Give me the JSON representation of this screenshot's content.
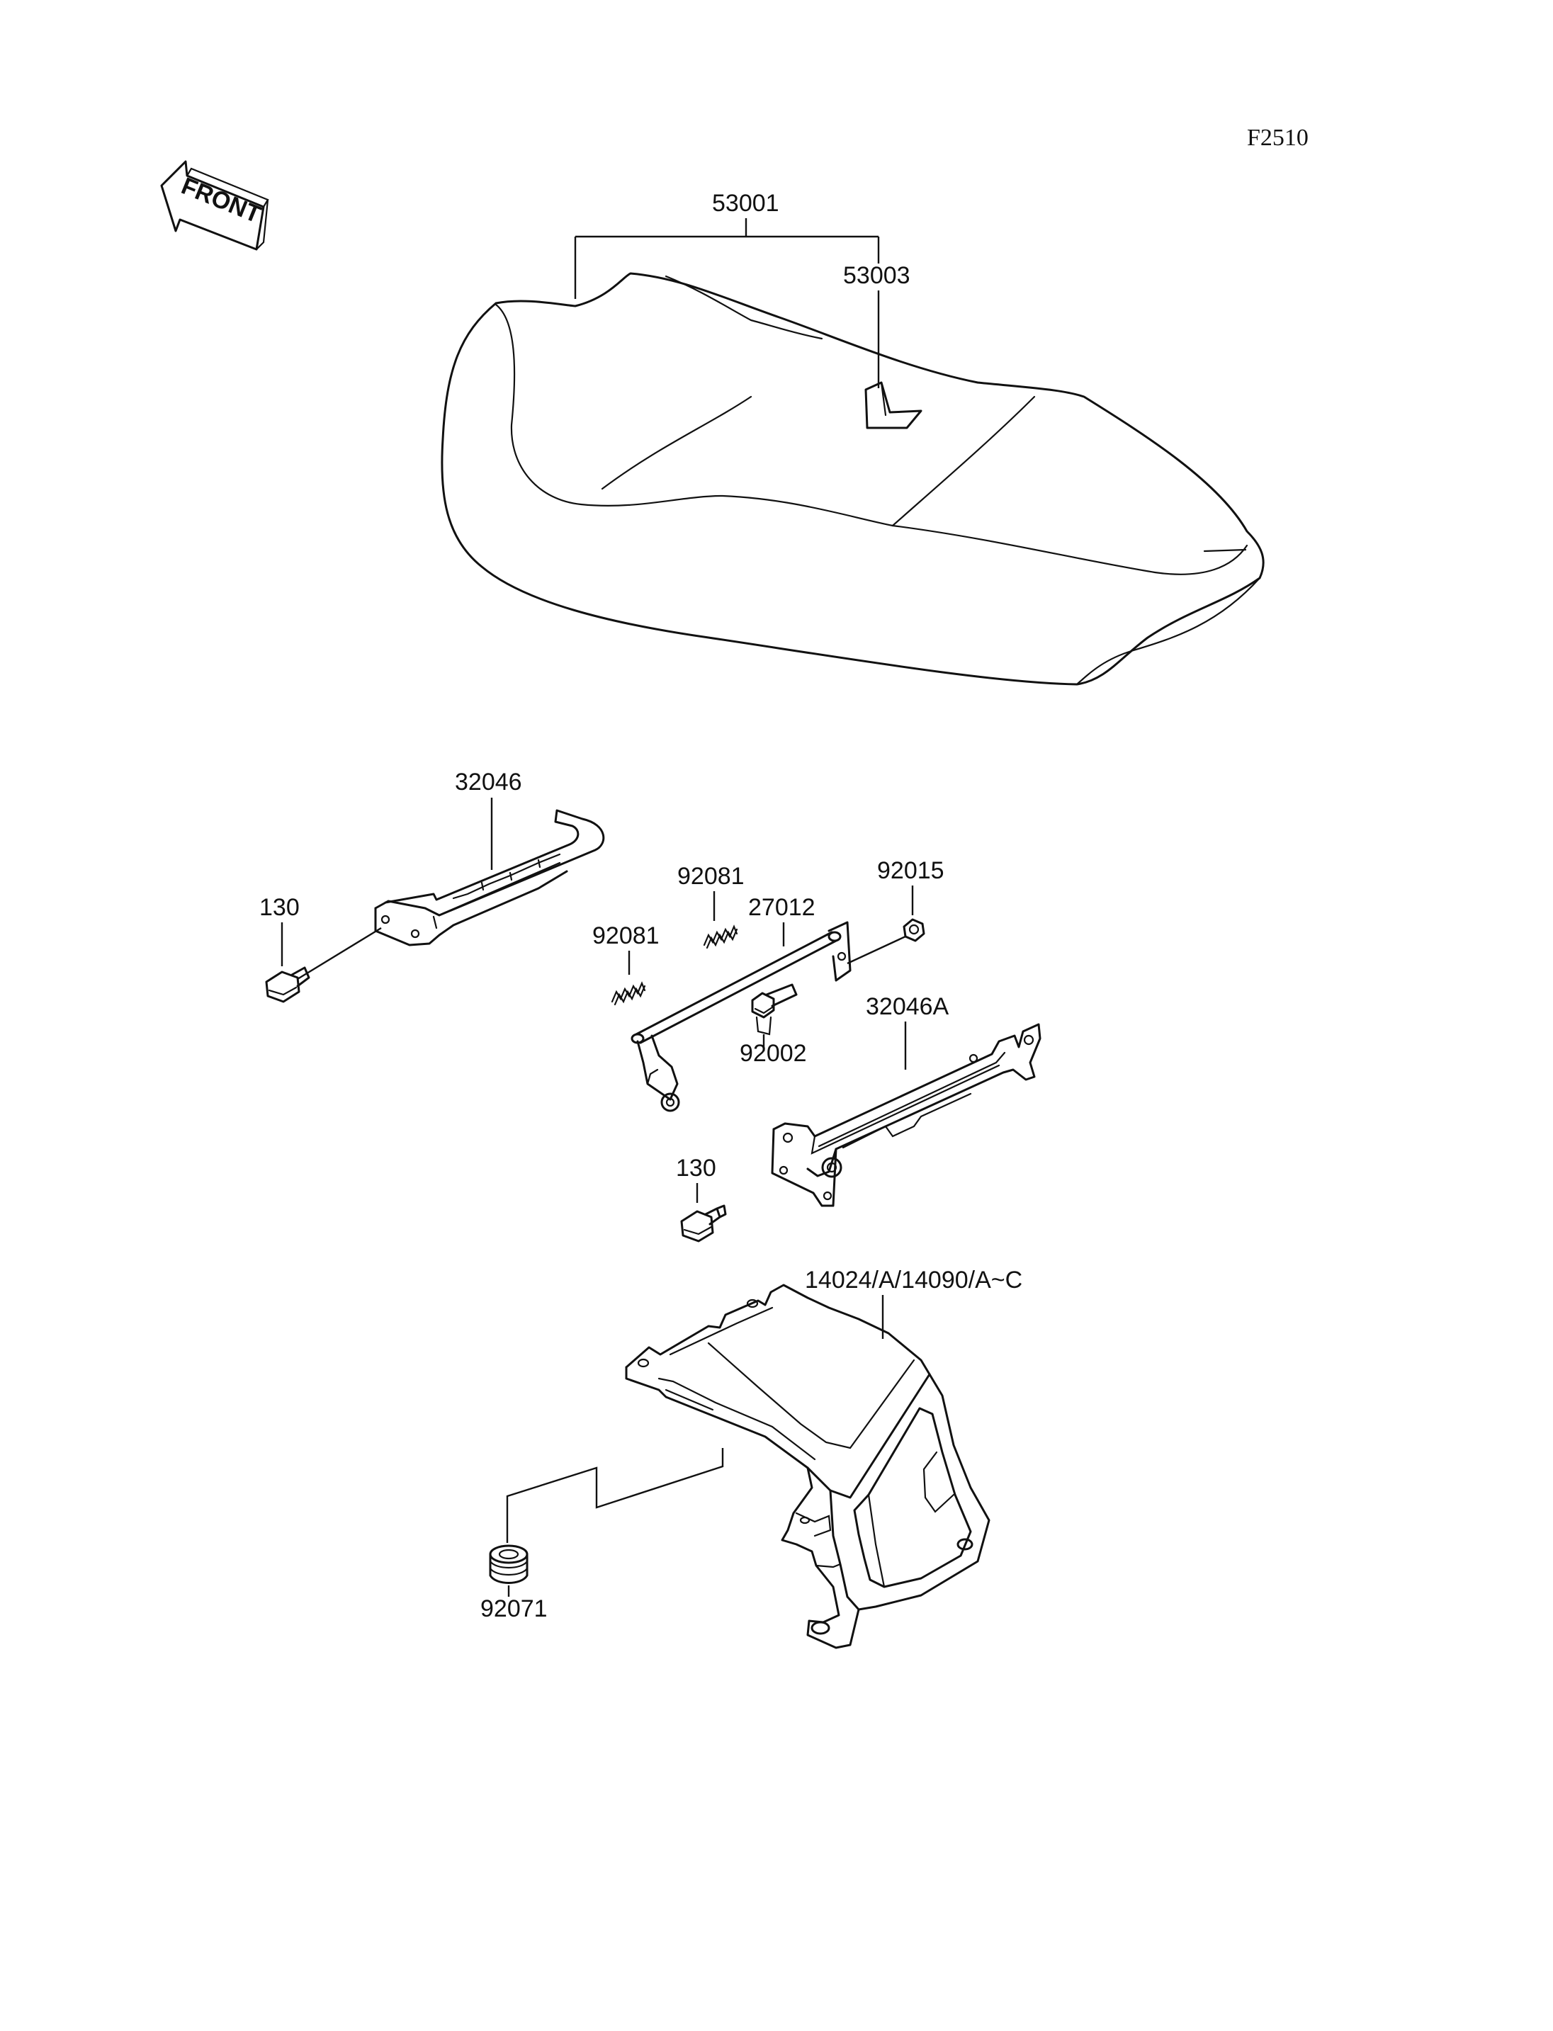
{
  "figure_code": "F2510",
  "front_arrow_label": "FRONT",
  "callouts": {
    "seat_assembly": "53001",
    "seat_strap": "53003",
    "bracket_left": "32046",
    "bolt_left": "130",
    "spring_upper": "92081",
    "spring_lower": "92081",
    "rod": "27012",
    "nut": "92015",
    "bolt_shoulder": "92002",
    "bracket_right": "32046A",
    "bolt_lower": "130",
    "cover": "14024/A/14090/A~C",
    "grommet": "92071"
  }
}
